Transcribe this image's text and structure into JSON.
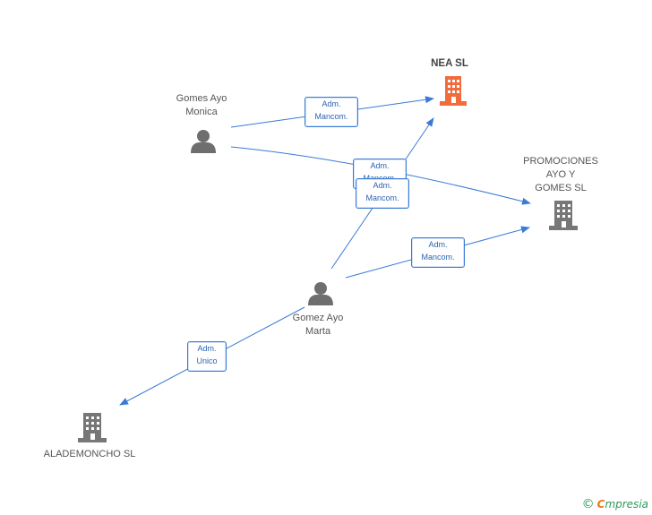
{
  "nodes": {
    "nea": {
      "label": "NEA SL",
      "color": "#f26b3a"
    },
    "promociones": {
      "label": "PROMOCIONES\nAYO Y\nGOMES SL",
      "color": "#777777"
    },
    "aldemoncho": {
      "label": "ALADEMONCHO SL",
      "color": "#777777"
    },
    "monica": {
      "label": "Gomes Ayo\nMonica",
      "color": "#6e6e6e"
    },
    "marta": {
      "label": "Gomez Ayo\nMarta",
      "color": "#6e6e6e"
    }
  },
  "edges": {
    "monica_nea": {
      "line1": "Adm.",
      "line2": "Mancom."
    },
    "monica_prom": {
      "line1": "Adm.",
      "line2": "Mancom."
    },
    "marta_nea": {
      "line1": "Adm.",
      "line2": "Mancom."
    },
    "marta_prom": {
      "line1": "Adm.",
      "line2": "Mancom."
    },
    "marta_alad": {
      "line1": "Adm.",
      "line2": "Unico"
    }
  },
  "edge_color": "#3a7bd5",
  "watermark": {
    "copyright": "©",
    "brand_initial": "C",
    "brand_rest": "mpresia"
  }
}
